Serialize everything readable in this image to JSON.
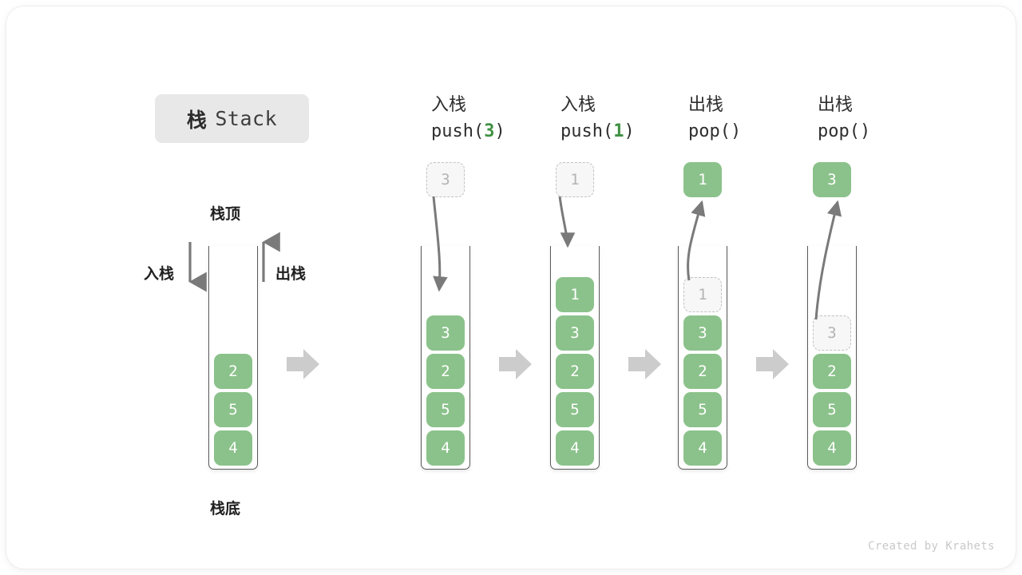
{
  "title": {
    "cn": "栈",
    "en": "Stack"
  },
  "labels": {
    "top": "栈顶",
    "bottom": "栈底",
    "push_side": "入栈",
    "pop_side": "出栈",
    "push_arrow_icon": "arrow-down-icon",
    "pop_arrow_icon": "arrow-up-icon"
  },
  "watermark": "Created by Krahets",
  "colors": {
    "element_fill": "#8bc28b",
    "element_text": "#ffffff",
    "ghost_fill": "#f7f7f7",
    "ghost_border": "#c2c2c2",
    "ghost_text": "#b4b4b4",
    "accent_green": "#3f9142",
    "badge_bg": "#e8e8e8",
    "wall": "#5a5a5a",
    "step_arrow": "#cccccc",
    "motion_arrow": "#7a7a7a"
  },
  "steps": [
    {
      "id": "initial",
      "header_cn": "",
      "header_code_prefix": "",
      "header_code_arg": "",
      "header_code_suffix": "",
      "stack": [
        "2",
        "5",
        "4"
      ],
      "ghost_in_stack": null,
      "float_box": null,
      "float_box_kind": null,
      "step_arrow_after": true
    },
    {
      "id": "push-3",
      "header_cn": "入栈",
      "header_code_prefix": "push(",
      "header_code_arg": "3",
      "header_code_suffix": ")",
      "stack": [
        "3",
        "2",
        "5",
        "4"
      ],
      "ghost_in_stack": null,
      "float_box": "3",
      "float_box_kind": "ghost",
      "step_arrow_after": true
    },
    {
      "id": "push-1",
      "header_cn": "入栈",
      "header_code_prefix": "push(",
      "header_code_arg": "1",
      "header_code_suffix": ")",
      "stack": [
        "1",
        "3",
        "2",
        "5",
        "4"
      ],
      "ghost_in_stack": null,
      "float_box": "1",
      "float_box_kind": "ghost",
      "step_arrow_after": true
    },
    {
      "id": "pop-1",
      "header_cn": "出栈",
      "header_code_prefix": "pop(",
      "header_code_arg": "",
      "header_code_suffix": ")",
      "stack": [
        "3",
        "2",
        "5",
        "4"
      ],
      "ghost_in_stack": "1",
      "float_box": "1",
      "float_box_kind": "filled",
      "step_arrow_after": true
    },
    {
      "id": "pop-2",
      "header_cn": "出栈",
      "header_code_prefix": "pop(",
      "header_code_arg": "",
      "header_code_suffix": ")",
      "stack": [
        "2",
        "5",
        "4"
      ],
      "ghost_in_stack": "3",
      "float_box": "3",
      "float_box_kind": "filled",
      "step_arrow_after": false
    }
  ]
}
